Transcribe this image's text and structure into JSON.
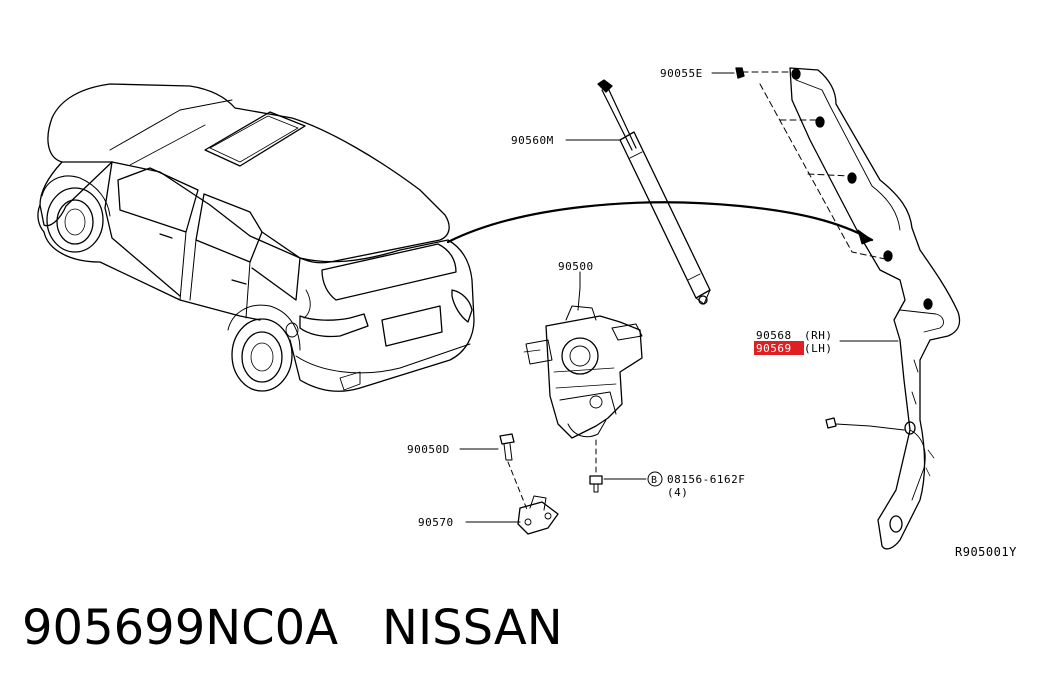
{
  "callouts": {
    "p90055e": "90055E",
    "p90560m": "90560M",
    "p90500": "90500",
    "p90568_rh_num": "90568",
    "p90568_rh_side": "(RH)",
    "p90569_lh_num": "90569",
    "p90569_lh_side": "(LH)",
    "p90050d": "90050D",
    "p08156": "08156-6162F",
    "p08156_qty": "(4)",
    "b_marker": "B",
    "p90570": "90570"
  },
  "diagram_code": "R905001Y",
  "caption": {
    "part_number": "905699NC0A",
    "brand": "NISSAN"
  },
  "colors": {
    "line": "#000000",
    "highlight": "#e02020",
    "background": "#ffffff"
  }
}
